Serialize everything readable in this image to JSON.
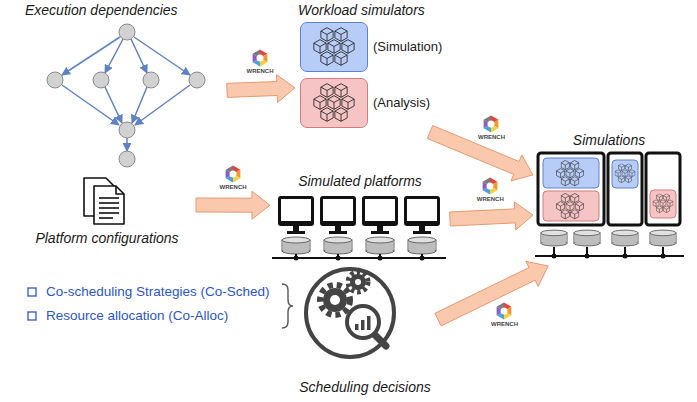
{
  "diagram": {
    "nodes": [
      {
        "text": [
          "Execution dependencies"
        ]
      },
      {
        "text": [
          "Workload simulators"
        ]
      },
      {
        "text": [
          "(Simulation)"
        ],
        "in": 1
      },
      {
        "text": [
          "(Analysis)"
        ],
        "in": 1
      },
      {
        "text": [
          "Platform configurations"
        ]
      },
      {
        "text": [
          "Simulated platforms"
        ]
      },
      {
        "text": [
          "Scheduling decisions"
        ]
      },
      {
        "text": [
          "Simulations"
        ]
      }
    ],
    "edges": [
      {
        "from": 0,
        "to": 1,
        "arrow": "to",
        "label": "WRENCH"
      },
      {
        "from": 1,
        "to": 7,
        "arrow": "to",
        "label": "WRENCH"
      },
      {
        "from": 4,
        "to": 5,
        "arrow": "to",
        "label": "WRENCH"
      },
      {
        "from": 5,
        "to": 7,
        "arrow": "to",
        "label": "WRENCH"
      },
      {
        "from": 6,
        "to": 7,
        "arrow": "to",
        "label": "WRENCH"
      }
    ],
    "labels": [
      "Co-scheduling Strategies (Co-Sched)",
      "Resource allocation (Co-Alloc)"
    ]
  }
}
